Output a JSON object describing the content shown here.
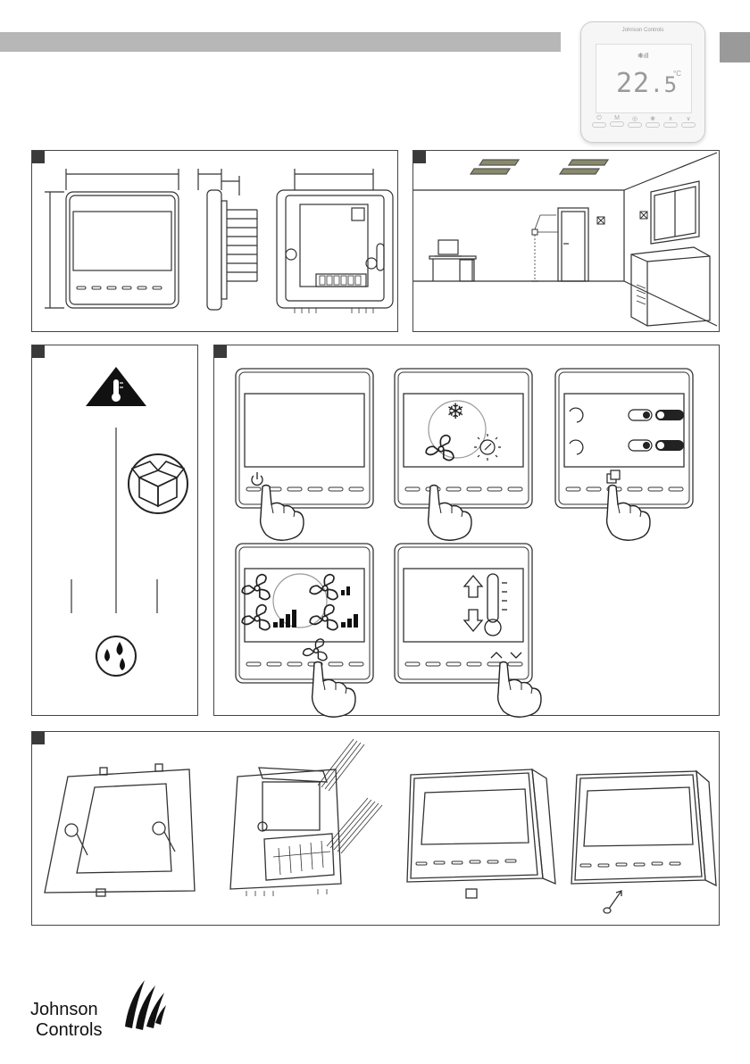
{
  "header": {
    "thermostat_brand": "Johnson Controls",
    "display_temperature_whole": "22",
    "display_temperature_decimal": ".5",
    "display_unit": "°C",
    "button_symbols": [
      "⏻",
      "M",
      "◎",
      "❀",
      "∧",
      "∨"
    ]
  },
  "footer": {
    "logo_line1": "Johnson",
    "logo_line2": "Controls"
  },
  "panel4": {
    "screen2_symbol": "❄"
  },
  "icons": {
    "warning": "thermometer-warning-icon",
    "box": "package-box-icon",
    "drops": "water-drops-icon"
  },
  "colors": {
    "title_bar": "#b7b7b7",
    "tab": "#9a9a9a",
    "line": "#333333",
    "vent": "#8a8a6a"
  }
}
